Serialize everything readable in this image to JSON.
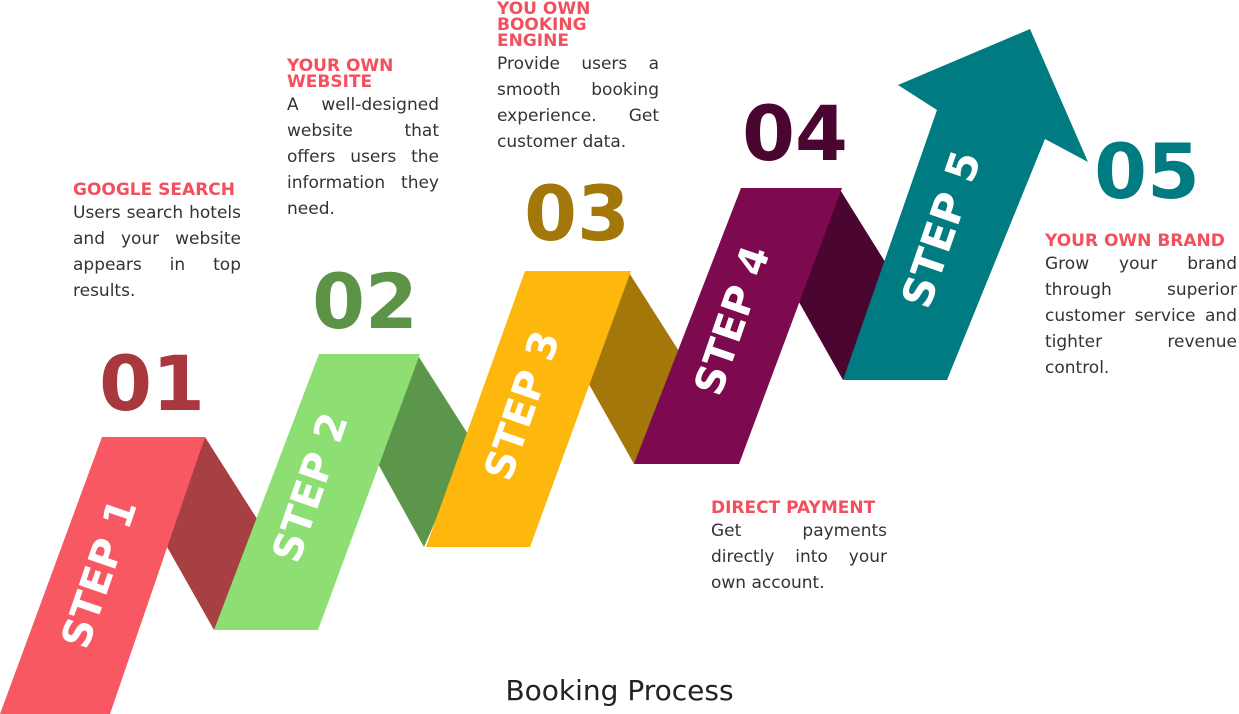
{
  "title": "Booking Process",
  "colors": {
    "step1_face": "#f85862",
    "step1_fold": "#a83f42",
    "step1_num": "#a8383d",
    "step2_face": "#8edf73",
    "step2_fold": "#5b964a",
    "step2_num": "#5c9346",
    "step3_face": "#fdb70d",
    "step3_fold": "#a37709",
    "step3_num": "#a37709",
    "step4_face": "#7d0a4f",
    "step4_fold": "#4b0531",
    "step4_num": "#4b0531",
    "step5_face": "#007b82",
    "step5_num": "#007b82",
    "heading": "#f2505e",
    "text": "#333333"
  },
  "steps": [
    {
      "number": "01",
      "label": "STEP 1",
      "heading": "GOOGLE SEARCH",
      "description": "Users search hotels and your website appears in top results."
    },
    {
      "number": "02",
      "label": "STEP 2",
      "heading": "YOUR OWN WEBSITE",
      "description": "A well-designed website that offers users the information they need."
    },
    {
      "number": "03",
      "label": "STEP 3",
      "heading": "YOU OWN BOOKING ENGINE",
      "description": "Provide users a smooth booking experience. Get customer data."
    },
    {
      "number": "04",
      "label": "STEP 4",
      "heading": "DIRECT PAYMENT",
      "description": "Get payments directly into your own account."
    },
    {
      "number": "05",
      "label": "STEP 5",
      "heading": "YOUR OWN BRAND",
      "description": "Grow your brand through superior customer service and tighter revenue control."
    }
  ]
}
